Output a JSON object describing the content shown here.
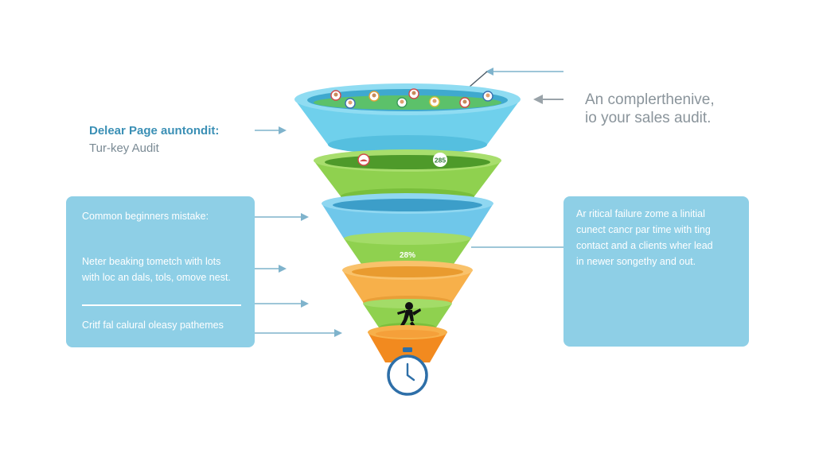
{
  "left_header": {
    "title": "Delear Page auntondit:",
    "subtitle": "Tur-key Audit"
  },
  "right_header": {
    "line1": "An complerthenive,",
    "line2": "io your sales audit."
  },
  "left_panel": {
    "item1": "Common beginners mistake:",
    "item2_line1": "Neter beaking tometch with lots",
    "item2_line2": "with loc an dals, tols, omove nest.",
    "item3": "Critf fal calural oleasy pathemes"
  },
  "right_panel": {
    "line1": "Ar ritical failure zome a linitial",
    "line2": "cunect cancr par time with ting",
    "line3": "contact and a clients wher lead",
    "line4": "in newer songethy and out."
  },
  "funnel": {
    "badge_stage2": "285",
    "label_stage4": "28%",
    "colors": {
      "blue": "#6fd0ec",
      "green": "#8fd14f",
      "orange": "#f7b04a",
      "dark_orange": "#f28a1f",
      "clock": "#2e6fa8"
    }
  }
}
